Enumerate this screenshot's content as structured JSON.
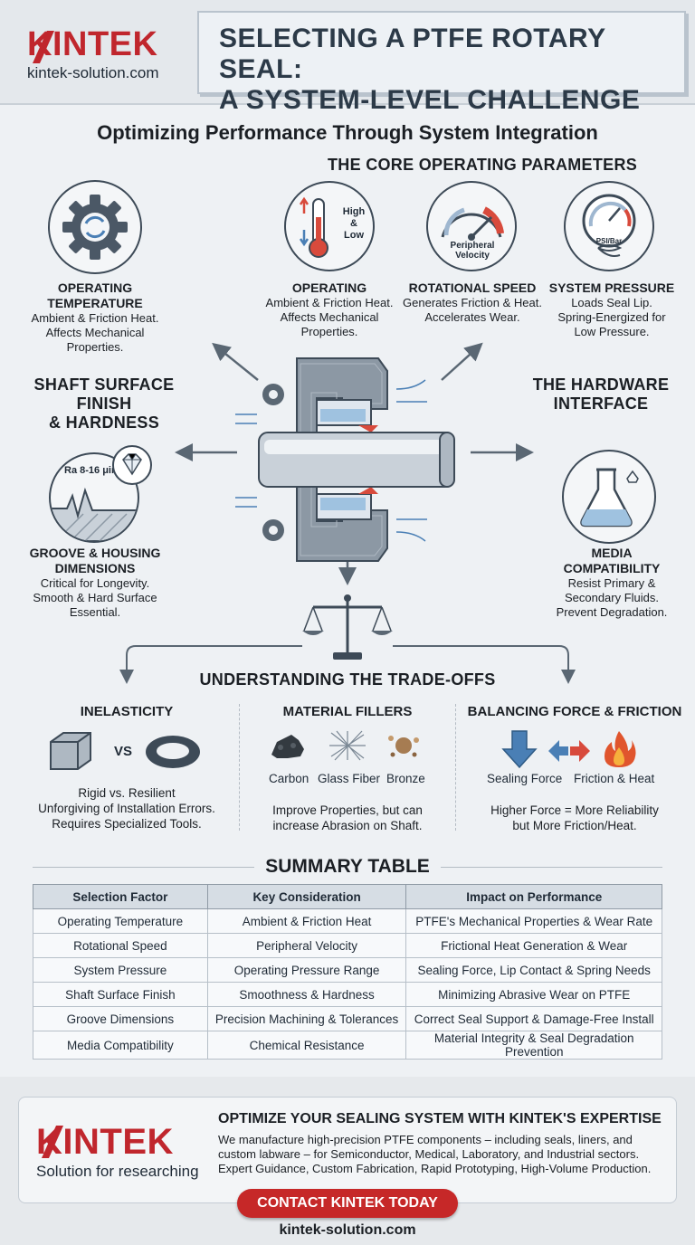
{
  "header": {
    "logo": "KINTEK",
    "url": "kintek-solution.com",
    "title_line1": "SELECTING A PTFE ROTARY SEAL:",
    "title_line2": "A SYSTEM-LEVEL CHALLENGE"
  },
  "subtitle": "Optimizing Performance Through System Integration",
  "core_heading": "THE CORE OPERATING PARAMETERS",
  "params": {
    "op_temp_left": {
      "title1": "OPERATING",
      "title2": "TEMPERATURE",
      "line1": "Ambient & Friction Heat.",
      "line2": "Affects Mechanical",
      "line3": "Properties."
    },
    "op_temp_mid": {
      "title": "OPERATING",
      "line1": "Ambient & Friction Heat.",
      "line2": "Affects Mechanical",
      "line3": "Properties.",
      "icon_high": "High",
      "icon_amp": "&",
      "icon_low": "Low"
    },
    "speed": {
      "title": "ROTATIONAL SPEED",
      "line1": "Generates Friction & Heat.",
      "line2": "Accelerates Wear.",
      "icon_l1": "Peripheral",
      "icon_l2": "Velocity"
    },
    "pressure": {
      "title": "SYSTEM PRESSURE",
      "line1": "Loads Seal Lip.",
      "line2": "Spring-Energized for",
      "line3": "Low Pressure.",
      "icon_unit": "PSI/Bar"
    }
  },
  "shaft": {
    "title1": "SHAFT SURFACE FINISH",
    "title2": "& HARDNESS",
    "ra": "Ra 8-16 μin"
  },
  "hardware": {
    "title1": "THE HARDWARE",
    "title2": "INTERFACE"
  },
  "groove": {
    "title1": "GROOVE & HOUSING",
    "title2": "DIMENSIONS",
    "line1": "Critical for Longevity.",
    "line2": "Smooth & Hard Surface",
    "line3": "Essential."
  },
  "media": {
    "title1": "MEDIA",
    "title2": "COMPATIBILITY",
    "line1": "Resist Primary &",
    "line2": "Secondary Fluids.",
    "line3": "Prevent Degradation."
  },
  "tradeoffs": {
    "heading": "UNDERSTANDING THE TRADE-OFFS",
    "inelasticity": {
      "title": "INELASTICITY",
      "vs": "VS",
      "caption": "Rigid vs. Resilient",
      "line1": "Unforgiving of Installation Errors.",
      "line2": "Requires Specialized Tools."
    },
    "fillers": {
      "title": "MATERIAL FILLERS",
      "items": [
        "Carbon",
        "Glass Fiber",
        "Bronze"
      ],
      "line1": "Improve Properties, but can",
      "line2": "increase Abrasion on Shaft."
    },
    "force": {
      "title": "BALANCING FORCE & FRICTION",
      "label1": "Sealing Force",
      "label2": "Friction & Heat",
      "line1": "Higher Force = More Reliability",
      "line2": "but More Friction/Heat."
    }
  },
  "summary": {
    "heading": "SUMMARY TABLE",
    "columns": [
      "Selection Factor",
      "Key Consideration",
      "Impact on Performance"
    ],
    "rows": [
      [
        "Operating Temperature",
        "Ambient & Friction Heat",
        "PTFE's Mechanical Properties & Wear Rate"
      ],
      [
        "Rotational Speed",
        "Peripheral Velocity",
        "Frictional Heat Generation & Wear"
      ],
      [
        "System Pressure",
        "Operating Pressure Range",
        "Sealing Force, Lip Contact & Spring Needs"
      ],
      [
        "Shaft Surface Finish",
        "Smoothness & Hardness",
        "Minimizing Abrasive Wear on PTFE"
      ],
      [
        "Groove Dimensions",
        "Precision Machining & Tolerances",
        "Correct Seal Support & Damage-Free Install"
      ],
      [
        "Media Compatibility",
        "Chemical Resistance",
        "Material Integrity & Seal Degradation Prevention"
      ]
    ]
  },
  "footer": {
    "logo": "KINTEK",
    "tagline": "Solution for researching",
    "heading": "OPTIMIZE YOUR SEALING SYSTEM WITH KINTEK'S EXPERTISE",
    "line1": "We manufacture high-precision PTFE components – including seals, liners, and",
    "line2": "custom labware – for Semiconductor, Medical, Laboratory, and Industrial sectors.",
    "line3": "Expert Guidance, Custom Fabrication, Rapid Prototyping, High-Volume Production.",
    "cta": "CONTACT KINTEK TODAY",
    "url": "kintek-solution.com"
  },
  "colors": {
    "brand_red": "#c0262d",
    "ink": "#1f2a36",
    "steel": "#3d4a57",
    "accent_blue": "#4a7fb5"
  }
}
